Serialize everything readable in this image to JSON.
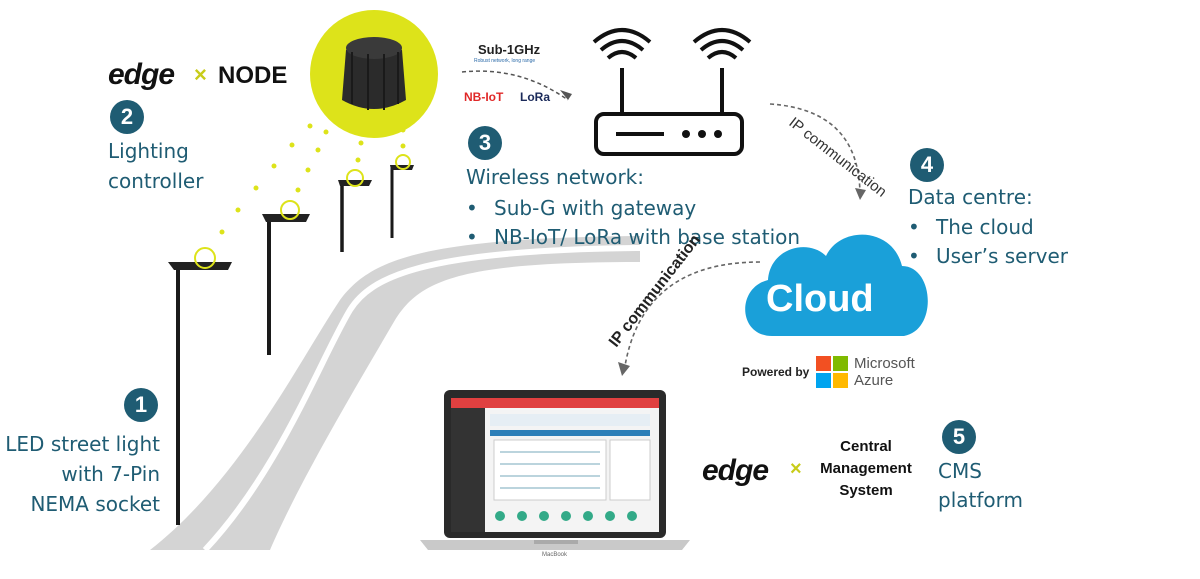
{
  "brand_node": {
    "logo": "edge",
    "cross": "×",
    "label": "NODE"
  },
  "brand_cms": {
    "logo": "edge",
    "cross": "×",
    "line1": "Central",
    "line2": "Management",
    "line3": "System"
  },
  "steps": [
    {
      "num": "1",
      "lines": [
        "LED street light",
        "with 7-Pin",
        "NEMA socket"
      ]
    },
    {
      "num": "2",
      "lines": [
        "Lighting",
        "controller"
      ]
    },
    {
      "num": "3",
      "title": "Wireless network:",
      "bullets": [
        "Sub-G with gateway",
        "NB-IoT/ LoRa with base station"
      ]
    },
    {
      "num": "4",
      "title": "Data centre:",
      "bullets": [
        "The cloud",
        "User’s server"
      ]
    },
    {
      "num": "5",
      "lines": [
        "CMS",
        "platform"
      ]
    }
  ],
  "protocols": {
    "subg": "Sub-1GHz",
    "subg_caption": "Robust network, long range",
    "nbiot": "NB-IoT",
    "lora": "LoRa"
  },
  "links": {
    "top": "IP communication",
    "bottom": "IP communication"
  },
  "cloud": {
    "label": "Cloud",
    "powered_by": "Powered by",
    "ms1": "Microsoft",
    "ms2": "Azure"
  },
  "laptop": {
    "brand": "MacBook"
  },
  "colors": {
    "accent": "#1f5c73",
    "node_glow": "#dde31a",
    "cloud": "#1aa0d9",
    "road": "#d4d4d4",
    "ms_red": "#f25022",
    "ms_green": "#7fba00",
    "ms_blue": "#00a4ef",
    "ms_yellow": "#ffb900"
  }
}
